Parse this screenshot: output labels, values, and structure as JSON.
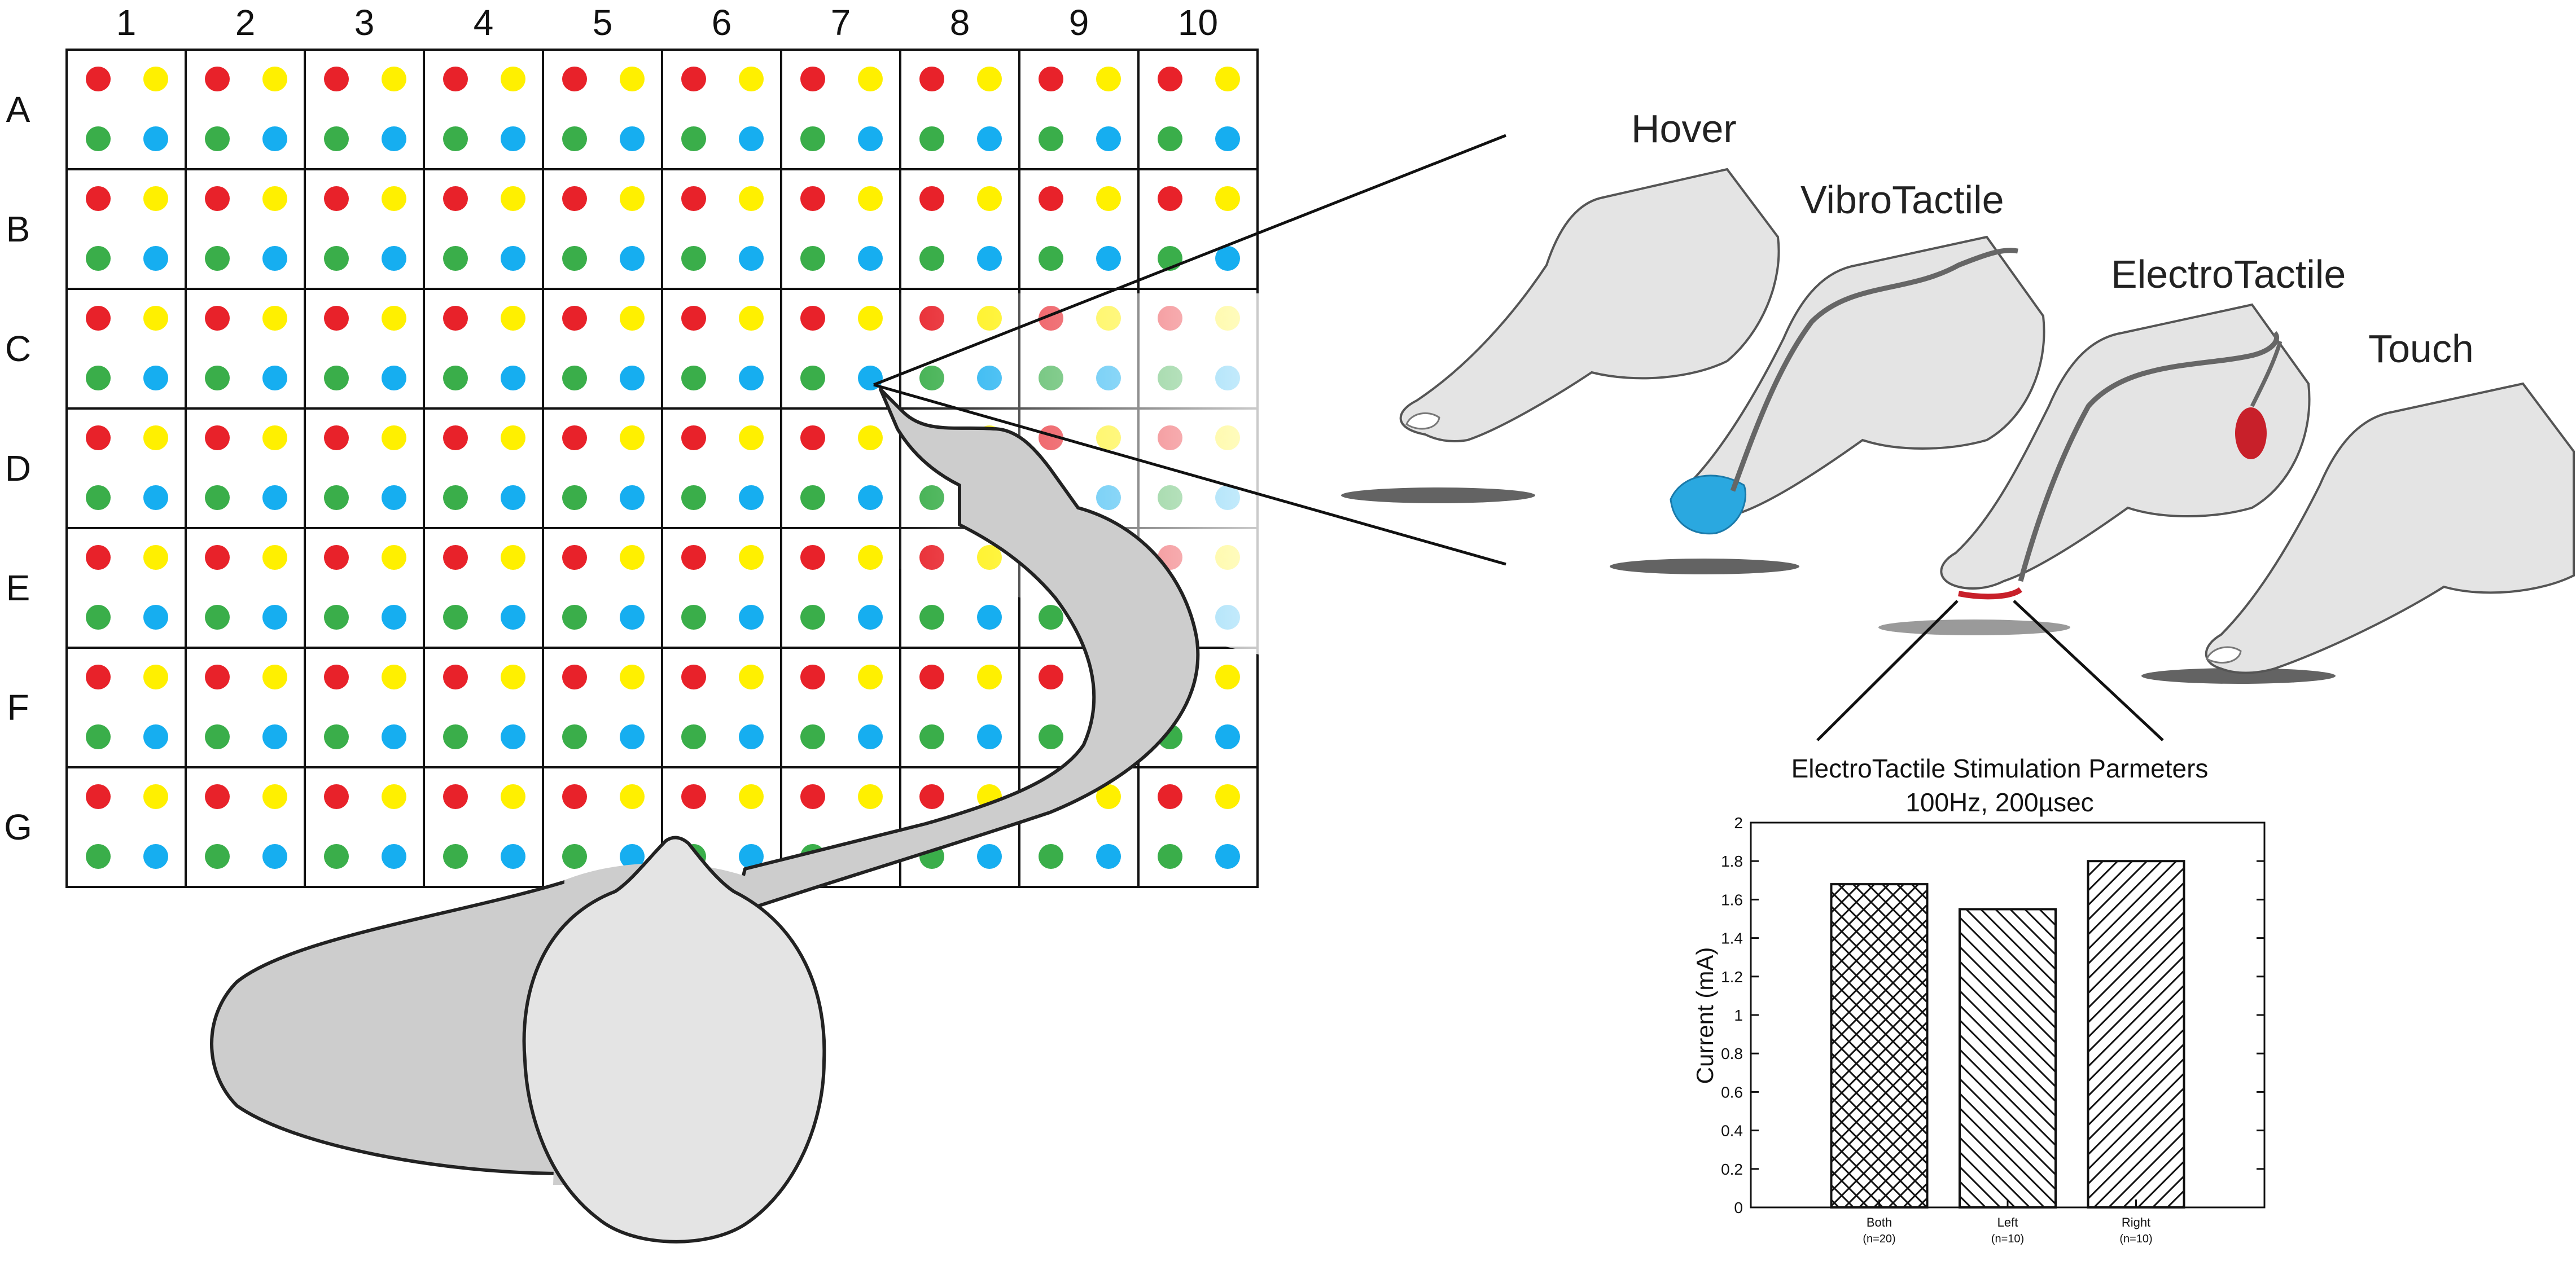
{
  "grid": {
    "columns": [
      "1",
      "2",
      "3",
      "4",
      "5",
      "6",
      "7",
      "8",
      "9",
      "10"
    ],
    "rows": [
      "A",
      "B",
      "C",
      "D",
      "E",
      "F",
      "G"
    ],
    "dot_colors": [
      "#e8222a",
      "#fff000",
      "#3aae4a",
      "#16aef0"
    ]
  },
  "modes": [
    {
      "label": "Hover"
    },
    {
      "label": "VibroTactile"
    },
    {
      "label": "ElectroTactile"
    },
    {
      "label": "Touch"
    }
  ],
  "colors": {
    "skin": "#e4e4e4",
    "arm": "#cdcdcd",
    "outline": "#222222",
    "shadow": "#636363",
    "vibro": "#2aa8e0",
    "electro": "#c8202a"
  },
  "chart_title": "ElectroTactile Stimulation Parmeters",
  "chart_subtitle": "100Hz, 200µsec",
  "chart_data": {
    "type": "bar",
    "title": "ElectroTactile Stimulation Parmeters",
    "subtitle": "100Hz, 200µsec",
    "ylabel": "Current (mA)",
    "xlabel": "",
    "ylim": [
      0,
      2
    ],
    "yticks": [
      "0",
      "0.2",
      "0.4",
      "0.6",
      "0.8",
      "1",
      "1.2",
      "1.4",
      "1.6",
      "1.8",
      "2"
    ],
    "categories": [
      "Both",
      "Left",
      "Right"
    ],
    "category_sub": [
      "(n=20)",
      "(n=10)",
      "(n=10)"
    ],
    "values": [
      1.68,
      1.55,
      1.8
    ],
    "patterns": [
      "crosshatch",
      "diagonal-back",
      "diagonal-forward"
    ],
    "grid": false
  }
}
